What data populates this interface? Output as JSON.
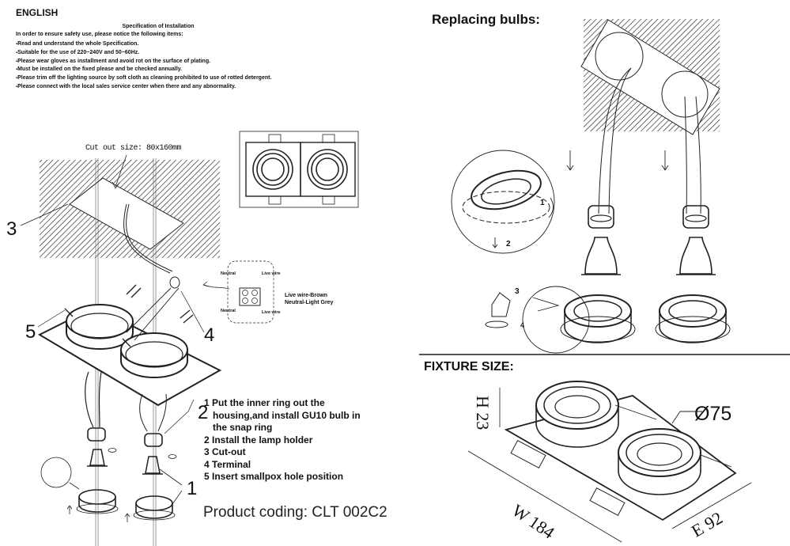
{
  "language_heading": "ENGLISH",
  "specification": {
    "title": "Specification of Installation",
    "intro": "In order to ensure safety use, please notice the following items:",
    "items": [
      "Read and understand the whole Specification.",
      "Suitable for the use of 220~240V and 50~60Hz.",
      "Please wear gloves as installment and avoid rot on the surface of plating.",
      "Must be installed on the fixed please and be checked annually.",
      "Please trim off the lighting source by soft cloth as cleaning prohibited to use of rotted detergent.",
      "Please connect with the local sales service center when there and any abnormality."
    ]
  },
  "installation_diagram": {
    "cutout_label": "Cut out size: 80x160mm",
    "callouts": [
      "1",
      "2",
      "3",
      "4",
      "5"
    ],
    "wiring": {
      "neutral_top": "Neutral",
      "live_top": "Live wire",
      "neutral_bottom": "Neutral",
      "live_bottom": "Live wire",
      "legend_line1": "Live wire-Brown",
      "legend_line2": "Neutral-Light Grey"
    }
  },
  "steps": [
    {
      "text": "1 Put the inner ring out the",
      "cont": false
    },
    {
      "text": "housing,and install GU10 bulb in",
      "cont": true
    },
    {
      "text": "the snap ring",
      "cont": true
    },
    {
      "text": "2 Install the lamp holder",
      "cont": false
    },
    {
      "text": "3 Cut-out",
      "cont": false
    },
    {
      "text": "4 Terminal",
      "cont": false
    },
    {
      "text": "5 Insert smallpox hole position",
      "cont": false
    }
  ],
  "product_coding": "Product coding: CLT 002C2",
  "replacing_bulbs": {
    "title": "Replacing bulbs:",
    "step_labels": [
      "1",
      "2",
      "3",
      "4"
    ]
  },
  "fixture_size": {
    "title": "FIXTURE SIZE:",
    "height": "H 23",
    "width": "W 184",
    "depth": "E 92",
    "diameter": "Ø75"
  }
}
